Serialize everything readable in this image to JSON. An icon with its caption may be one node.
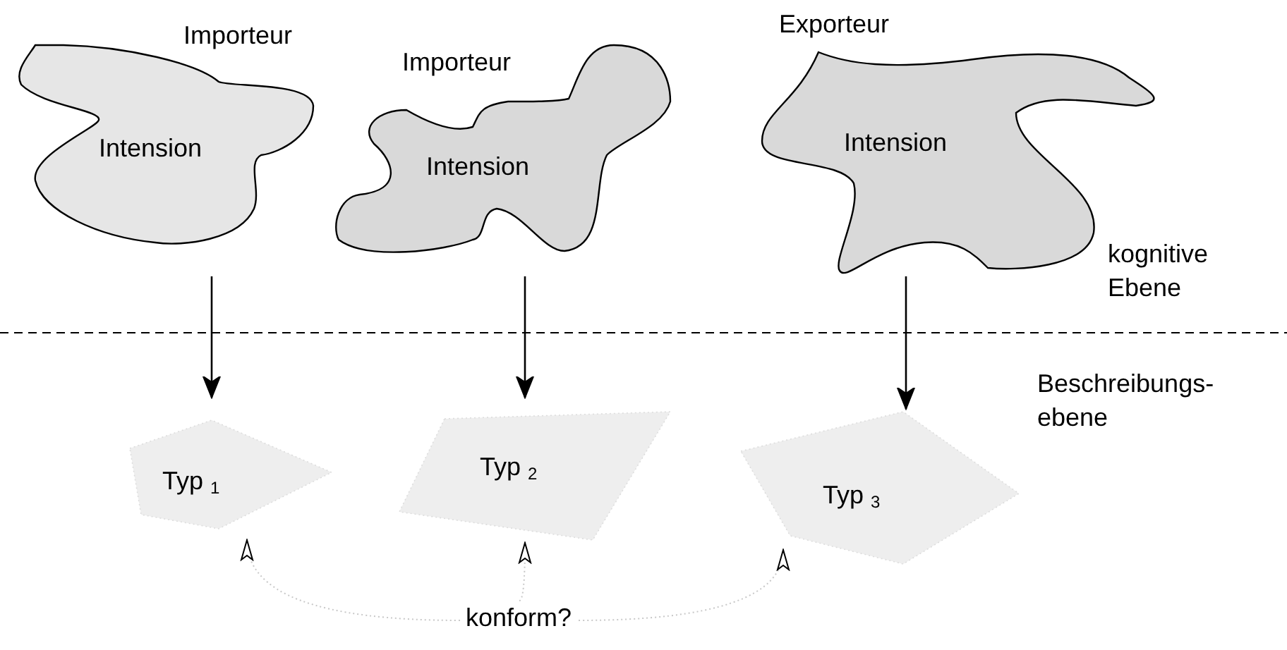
{
  "diagram": {
    "nodes": [
      {
        "text": [
          "Importeur",
          "Intension"
        ]
      },
      {
        "text": [
          "Importeur",
          "Intension"
        ]
      },
      {
        "text": [
          "Exporteur",
          "Intension"
        ]
      },
      {
        "text": [
          "Typ $_{1}$"
        ]
      },
      {
        "text": [
          "Typ $_{2}$"
        ]
      },
      {
        "text": [
          "Typ $_{3}$"
        ]
      },
      {
        "text": [
          "konform?"
        ]
      }
    ],
    "edges": [
      {
        "from": 0,
        "to": 3,
        "arrow": "to"
      },
      {
        "from": 1,
        "to": 4,
        "arrow": "to"
      },
      {
        "from": 2,
        "to": 5,
        "arrow": "to"
      },
      {
        "from": 6,
        "to": 3,
        "arrow": "to",
        "style": "dashed",
        "color": "#c8c8c8"
      },
      {
        "from": 6,
        "to": 4,
        "arrow": "to",
        "style": "dashed",
        "color": "#c8c8c8"
      },
      {
        "from": 6,
        "to": 5,
        "arrow": "to",
        "style": "dashed",
        "color": "#c8c8c8"
      }
    ],
    "labels": [
      "kognitive Ebene",
      "Beschreibungs- ebene"
    ]
  }
}
